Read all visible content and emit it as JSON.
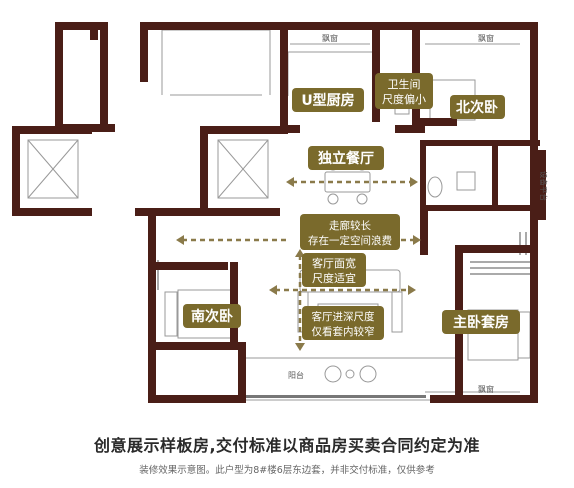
{
  "colors": {
    "wall": "#4a1e17",
    "label_bg": "#7a6a2c",
    "label_text": "#ffffff",
    "arrow": "#8a7a4a",
    "thin_line": "#999999"
  },
  "labels": {
    "kitchen": "U型厨房",
    "bathroom_line1": "卫生间",
    "bathroom_line2": "尺度偏小",
    "north_bedroom": "北次卧",
    "dining": "独立餐厅",
    "corridor_line1": "走廊较长",
    "corridor_line2": "存在一定空间浪费",
    "living_width_line1": "客厅面宽",
    "living_width_line2": "尺度适宜",
    "south_bedroom": "南次卧",
    "living_depth_line1": "客厅进深尺度",
    "living_depth_line2": "仅看套内较窄",
    "master_suite": "主卧套房"
  },
  "small_labels": {
    "window_top_left": "飘窗",
    "window_top_right": "飘窗",
    "window_bottom": "飘窗",
    "balcony": "阳台",
    "equipment_platform": "设备平台"
  },
  "caption": {
    "main": "创意展示样板房,交付标准以商品房买卖合同约定为准",
    "sub": "装修效果示意图。此户型为8#楼6层东边套，并非交付标准，仅供参考"
  }
}
